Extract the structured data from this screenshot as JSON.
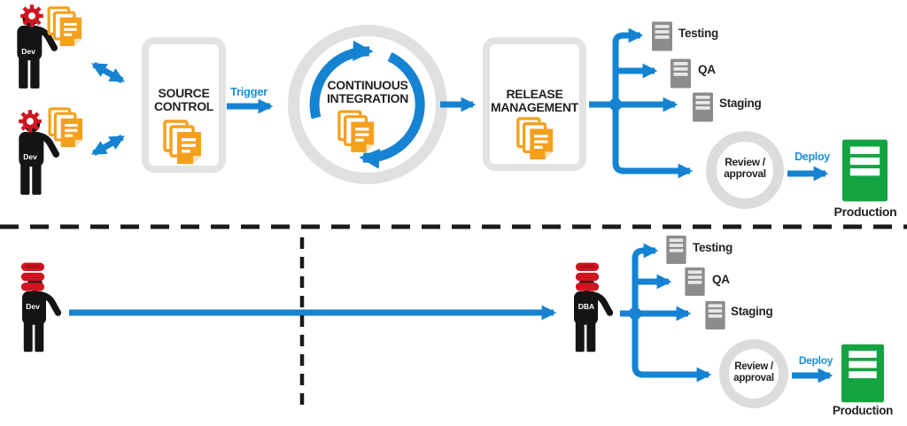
{
  "top_flow": {
    "dev1_label": "Dev",
    "dev2_label": "Dev",
    "source_control_line1": "SOURCE",
    "source_control_line2": "CONTROL",
    "trigger_label": "Trigger",
    "ci_line1": "CONTINUOUS",
    "ci_line2": "INTEGRATION",
    "release_line1": "RELEASE",
    "release_line2": "MANAGEMENT",
    "env_testing": "Testing",
    "env_qa": "QA",
    "env_staging": "Staging",
    "review_line1": "Review /",
    "review_line2": "approval",
    "deploy_label": "Deploy",
    "production_label": "Production"
  },
  "bottom_flow": {
    "dev_label": "Dev",
    "dba_label": "DBA",
    "env_testing": "Testing",
    "env_qa": "QA",
    "env_staging": "Staging",
    "review_line1": "Review /",
    "review_line2": "approval",
    "deploy_label": "Deploy",
    "production_label": "Production"
  },
  "icons": {
    "gear-icon": "red cog above developer head",
    "documents-icon": "orange stacked documents",
    "database-icon": "red database cylinder stack",
    "developer-icon": "black person silhouette",
    "server-icon": "gray server with stripes",
    "production-server-icon": "green server with stripes"
  },
  "colors": {
    "arrow_blue": "#1583d2",
    "label_blue": "#1b8fd9",
    "doc_orange": "#f5a01d",
    "gear_red": "#cf1520",
    "database_red": "#d21320",
    "server_gray": "#8c8c8c",
    "server_stripe": "#e8e8e8",
    "production_green": "#13a341",
    "box_border_gray": "#e3e3e3",
    "ring_gray": "#dcdcdc",
    "figure_black": "#141414",
    "text_black": "#232323"
  }
}
